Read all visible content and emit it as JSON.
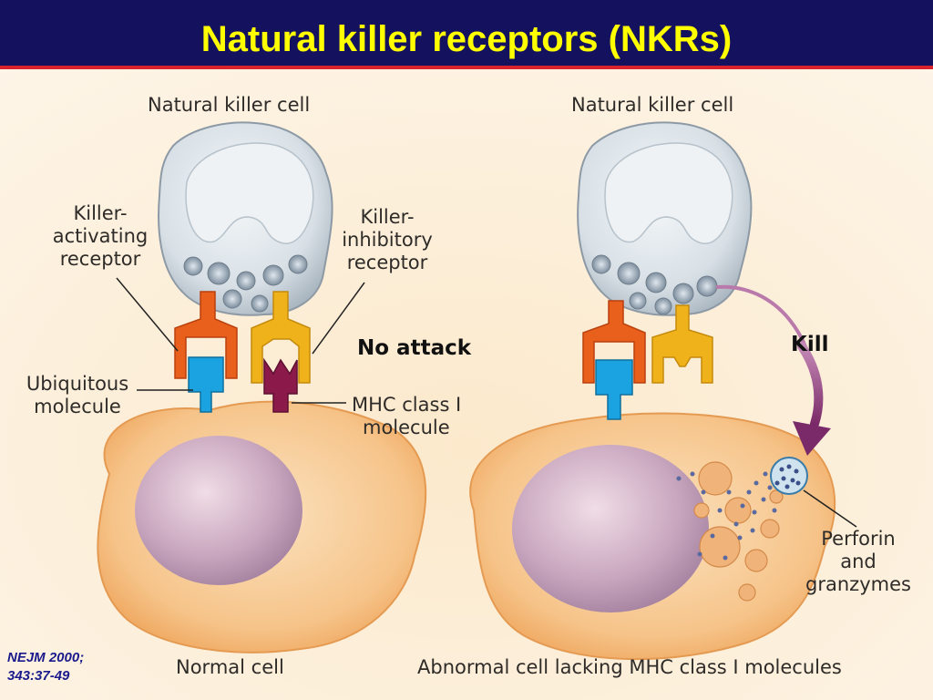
{
  "title": "Natural killer receptors (NKRs)",
  "labels": {
    "nk_cell_left": "Natural killer cell",
    "nk_cell_right": "Natural killer cell",
    "killer_activating": [
      "Killer-",
      "activating",
      "receptor"
    ],
    "killer_inhibitory": [
      "Killer-",
      "inhibitory",
      "receptor"
    ],
    "no_attack": "No attack",
    "ubiquitous": [
      "Ubiquitous",
      "molecule"
    ],
    "mhc": [
      "MHC class I",
      "molecule"
    ],
    "kill": "Kill",
    "perforin": [
      "Perforin",
      "and",
      "granzymes"
    ],
    "normal_cell": "Normal cell",
    "abnormal_cell": "Abnormal cell lacking MHC class I molecules"
  },
  "citation": [
    "NEJM  2000;",
    "343:37-49"
  ],
  "colors": {
    "title_bar": "#14125e",
    "title_text": "#ffff00",
    "title_rule": "#d9232c",
    "activating_receptor": "#e8601c",
    "inhibitory_receptor": "#f0b21a",
    "ubiquitous_molecule": "#1aa3e0",
    "mhc_molecule": "#8b1a4a",
    "kill_arrow": "#8e3a78"
  }
}
